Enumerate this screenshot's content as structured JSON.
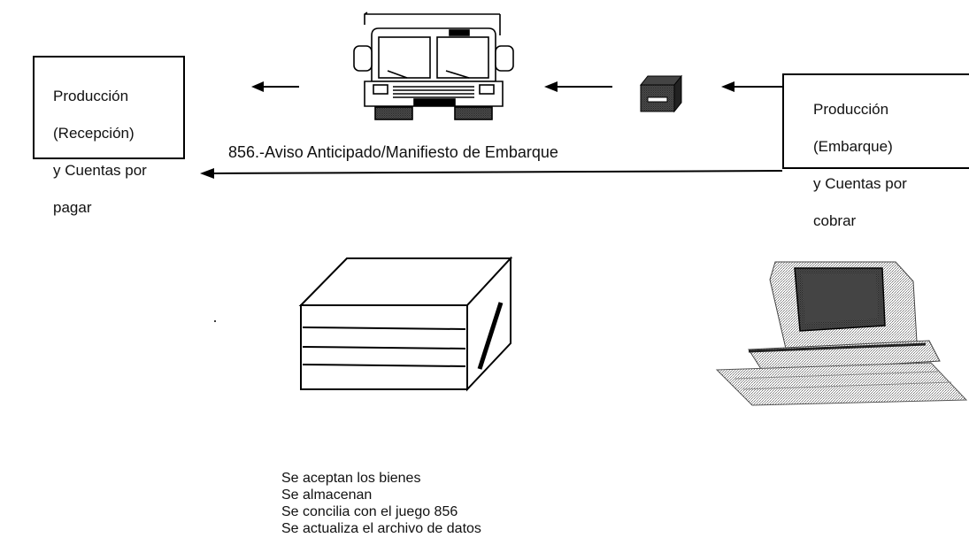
{
  "diagram": {
    "receiver_box": {
      "lines": [
        "Producción",
        "(Recepción)",
        "y Cuentas por",
        "pagar"
      ]
    },
    "sender_box": {
      "lines": [
        "Producción",
        "(Embarque)",
        "y Cuentas por",
        "cobrar"
      ]
    },
    "flow_label": "856.-Aviso Anticipado/Manifiesto de Embarque",
    "steps": [
      "Se aceptan los bienes",
      "Se almacenan",
      "Se concilia con el juego 856",
      "Se actualiza  el archivo  de datos"
    ],
    "icons": [
      "truck-icon",
      "data-cartridge-icon",
      "storage-box-icon",
      "computer-icon"
    ]
  }
}
